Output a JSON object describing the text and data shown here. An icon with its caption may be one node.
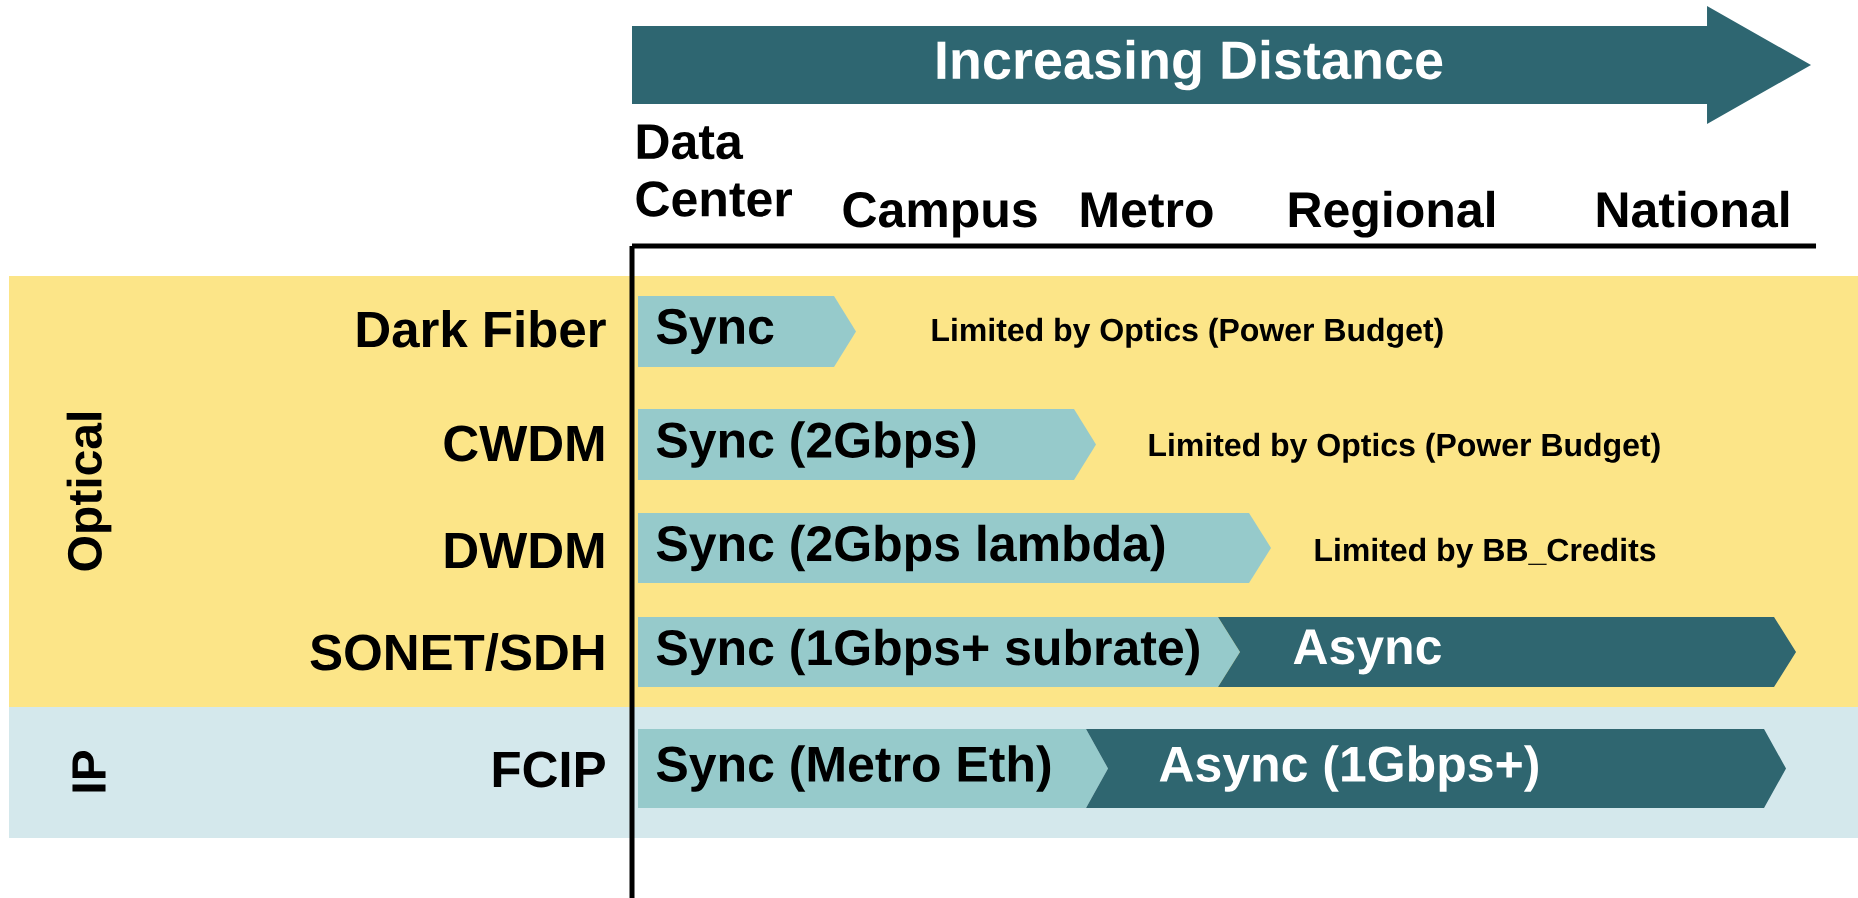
{
  "diagram": {
    "nodes": [
      {
        "text": [
          "Increasing Distance"
        ]
      },
      {
        "text": [
          "Optical"
        ]
      },
      {
        "text": [
          "IP"
        ]
      },
      {
        "text": [
          "Sync"
        ],
        "in": 1
      },
      {
        "text": [
          "Sync (2Gbps)"
        ],
        "in": 1
      },
      {
        "text": [
          "Sync (2Gbps lambda)"
        ],
        "in": 1
      },
      {
        "text": [
          "Sync (1Gbps+ subrate)"
        ],
        "in": 1
      },
      {
        "text": [
          "Async"
        ],
        "in": 1
      },
      {
        "text": [
          "Sync (Metro Eth)"
        ],
        "in": 2
      },
      {
        "text": [
          "Async (1Gbps+)"
        ],
        "in": 2
      }
    ],
    "labels": [
      "Data Center",
      "Campus",
      "Metro",
      "Regional",
      "National",
      "Dark Fiber",
      "Limited by Optics (Power Budget)",
      "CWDM",
      "Limited by Optics (Power Budget)",
      "DWDM",
      "Limited by BB_Credits",
      "SONET/SDH",
      "FCIP"
    ]
  }
}
